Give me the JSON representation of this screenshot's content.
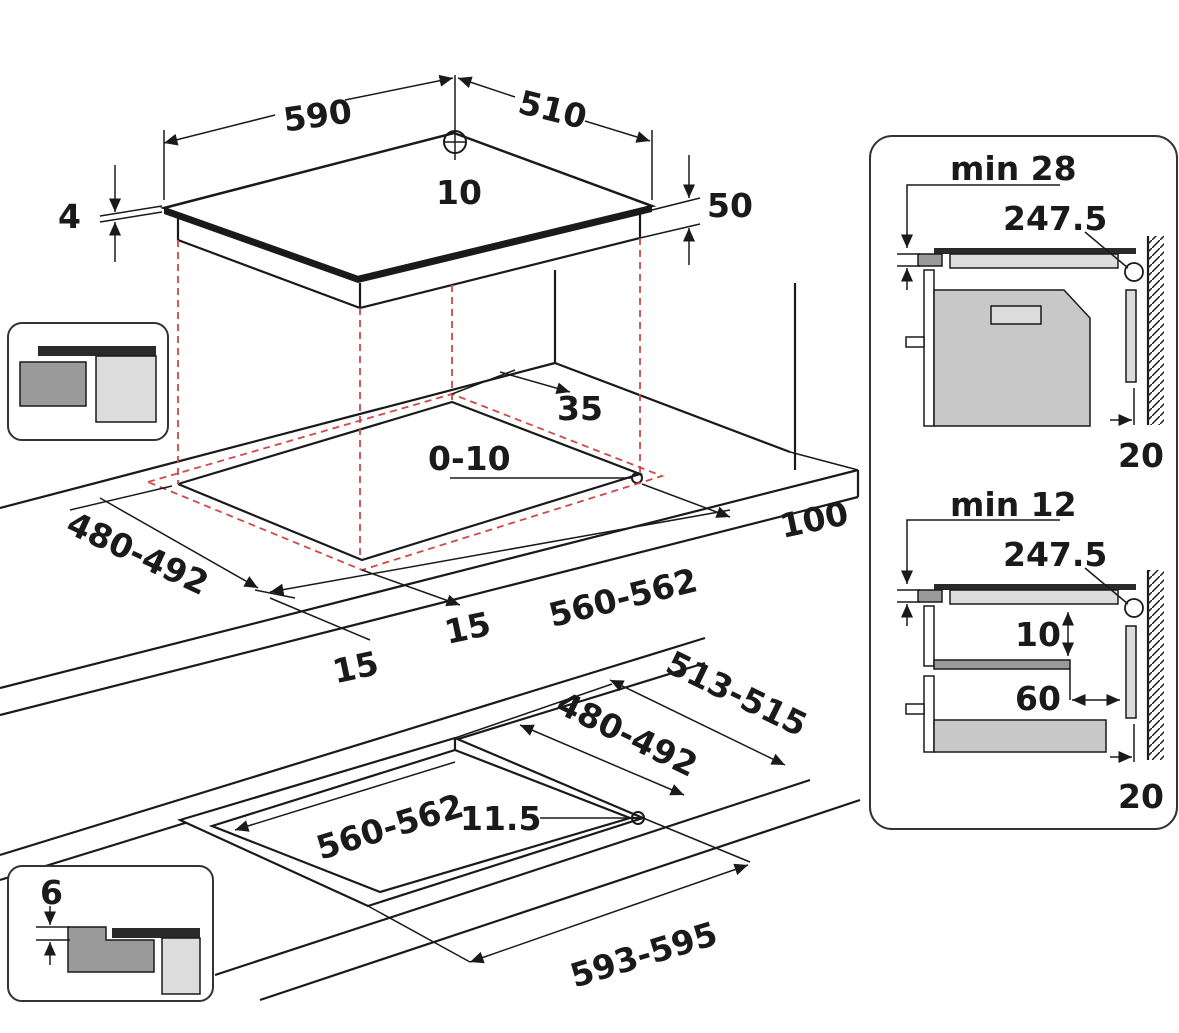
{
  "hob": {
    "width": "590",
    "depth": "510",
    "glass_thickness": "4",
    "body_height": "50",
    "clearance_hole": "10"
  },
  "worktop": {
    "rear_offset": "35",
    "wall_gap": "0-10",
    "rear_distance": "100",
    "cutout_depth": "480-492",
    "cutout_width": "560-562",
    "front_margin_right": "15",
    "front_margin_left": "15"
  },
  "flush": {
    "outer_depth": "513-515",
    "inner_depth": "480-492",
    "inner_width": "560-562",
    "rebate_depth": "11.5",
    "outer_width": "593-595",
    "step": "6"
  },
  "side_panel": {
    "oven_case": {
      "min_gap": "min 28",
      "clearance": "247.5",
      "wall_gap": "20"
    },
    "drawer_case": {
      "min_gap": "min 12",
      "clearance": "247.5",
      "drawer_gap": "10",
      "vent_gap": "60",
      "wall_gap": "20"
    }
  },
  "colors": {
    "ink": "#1a1a1a",
    "dashed_guide": "#d04848",
    "appliance_fill": "#c8c8c8",
    "glass_top": "#2a2a2a"
  }
}
